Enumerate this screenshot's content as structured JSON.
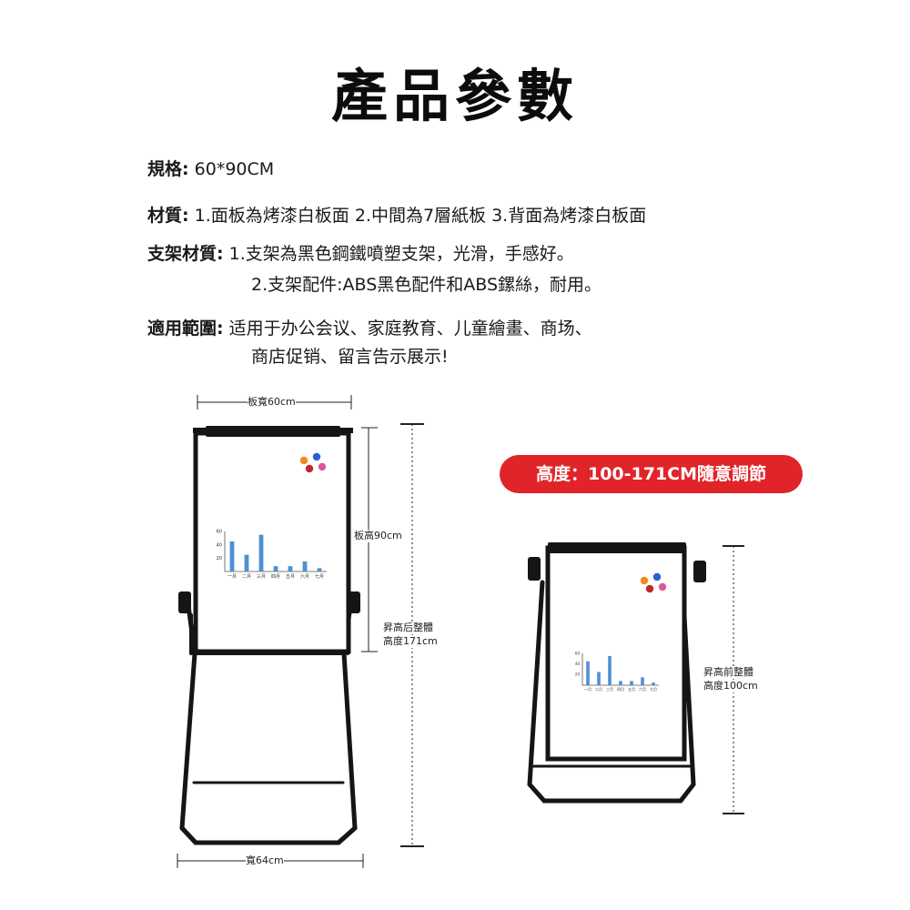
{
  "title": "產品參數",
  "specs": {
    "size": {
      "key": "規格:",
      "value": " 60*90CM"
    },
    "material": {
      "key": "材質:",
      "value": " 1.面板為烤漆白板面   2.中間為7層紙板   3.背面為烤漆白板面"
    },
    "frame": {
      "key": "支架材質:",
      "line1": " 1.支架為黑色鋼鐵噴塑支架，光滑，手感好。",
      "line2": "2.支架配件:ABS黑色配件和ABS鏍絲，耐用。"
    },
    "scope": {
      "key": "適用範圍:",
      "line1": " 适用于办公会议、家庭教育、儿童繪畫、商场、",
      "line2": "商店促销、留言告示展示!"
    }
  },
  "badge": "高度：100-171CM隨意調節",
  "dimensions": {
    "board_width": "板寬60cm",
    "board_height": "板高90cm",
    "raised_height_l1": "昇高后整體",
    "raised_height_l2": "高度171cm",
    "base_width": "寬64cm",
    "lowered_height_l1": "昇高前整體",
    "lowered_height_l2": "高度100cm"
  },
  "magnet_colors": [
    "#f08a1c",
    "#2a5fd6",
    "#c0262e",
    "#e0559a"
  ],
  "chart_data": {
    "type": "bar",
    "categories": [
      "一月",
      "二月",
      "三月",
      "四月",
      "五月",
      "六月",
      "七月"
    ],
    "values": [
      45,
      25,
      55,
      8,
      8,
      15,
      5
    ],
    "yticks": [
      "60",
      "40",
      "20"
    ],
    "ylim": [
      0,
      60
    ],
    "color": "#4f8fd4"
  }
}
